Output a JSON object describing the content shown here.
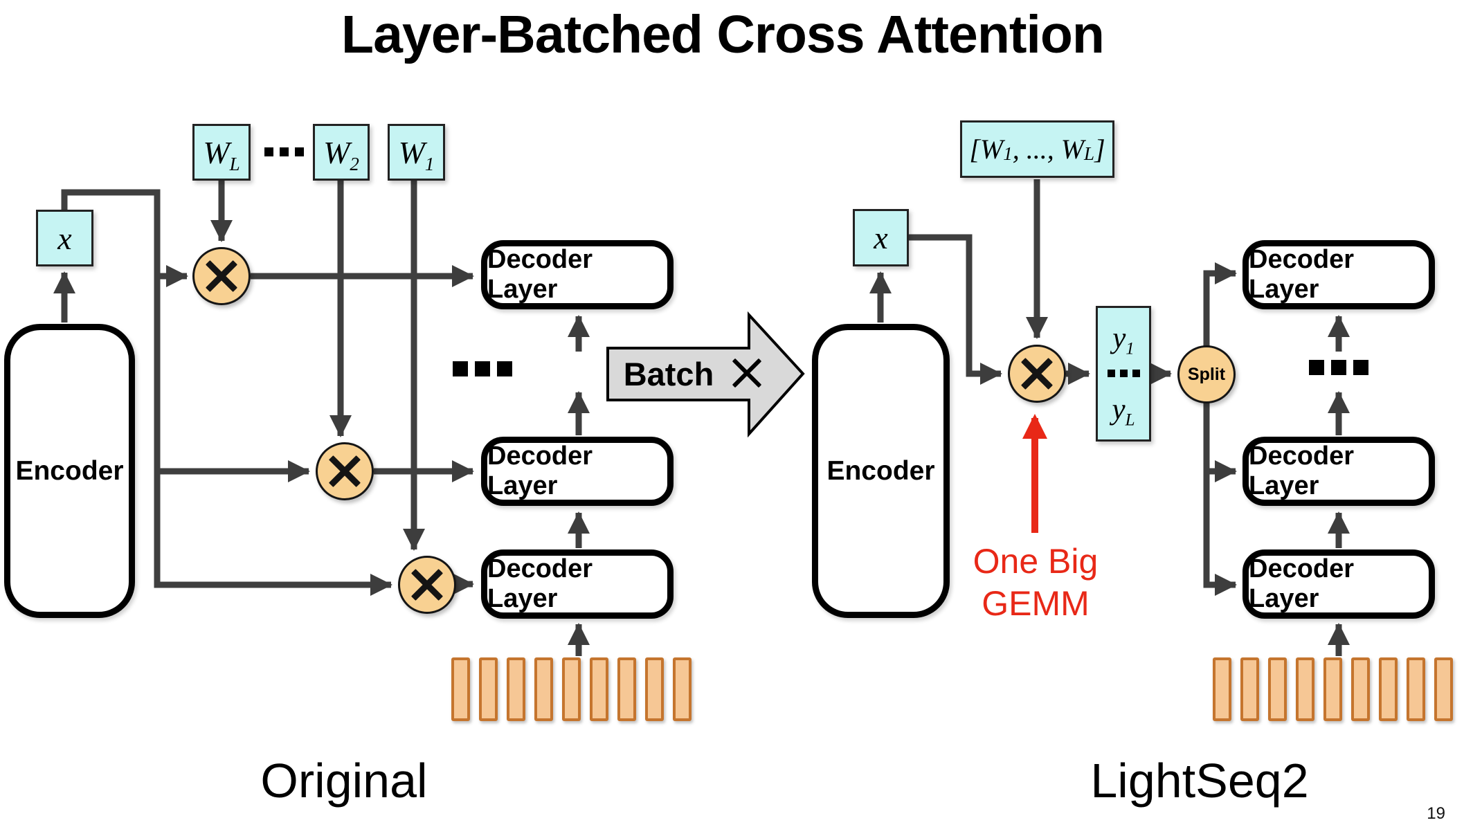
{
  "title": "Layer-Batched Cross Attention",
  "page_number": "19",
  "colors": {
    "cyan_box": "#c6f4f3",
    "node_orange": "#f8d192",
    "bar_fill": "#f6c795",
    "bar_border": "#c5752e",
    "connector_gray": "#3f3f3f",
    "batch_arrow_fill": "#d9d9d9",
    "red_annotation": "#e82817"
  },
  "left": {
    "caption": "Original",
    "weight_boxes": [
      {
        "base": "W",
        "sub": "L"
      },
      {
        "base": "W",
        "sub": "2"
      },
      {
        "base": "W",
        "sub": "1"
      }
    ],
    "weights_ellipsis": "...",
    "input_label": "x",
    "encoder_label": "Encoder",
    "decoders": [
      "Decoder Layer",
      "Decoder Layer",
      "Decoder Layer"
    ],
    "stack_ellipsis": "..."
  },
  "batch_arrow": {
    "label": "Batch",
    "symbol": "×"
  },
  "right": {
    "caption": "LightSeq2",
    "weights_box": {
      "open": "[W",
      "sub1": "1",
      "mid": ", ..., W",
      "sub2": "L",
      "close": "]"
    },
    "input_label": "x",
    "encoder_label": "Encoder",
    "output_box": {
      "top": "y",
      "top_sub": "1",
      "dots": "...",
      "bottom": "y",
      "bottom_sub": "L"
    },
    "split_label": "Split",
    "note_line1": "One Big",
    "note_line2": "GEMM",
    "decoders": [
      "Decoder Layer",
      "Decoder Layer",
      "Decoder Layer"
    ],
    "stack_ellipsis": "..."
  }
}
